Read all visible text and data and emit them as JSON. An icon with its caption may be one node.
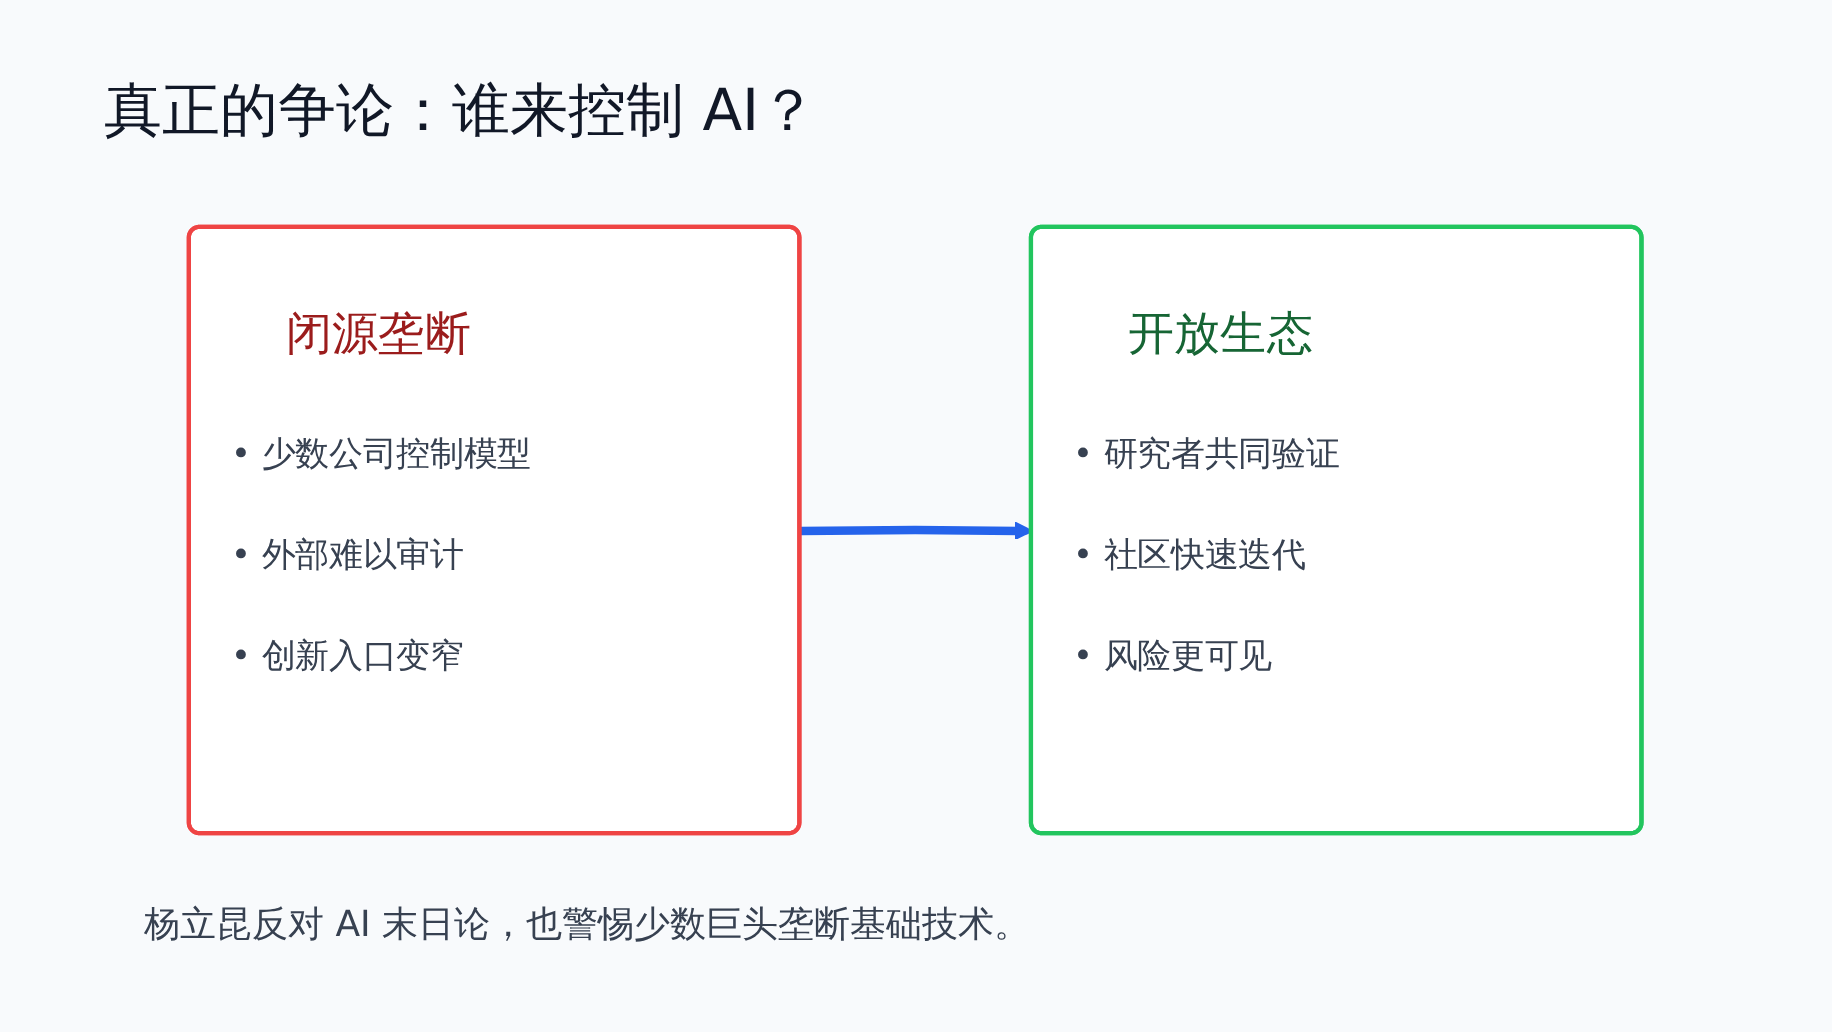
{
  "diagram": {
    "title": "真正的争论：谁来控制 AI？",
    "nodes": [
      {
        "text": [
          "闭源垄断",
          "• 少数公司控制模型",
          "• 外部难以审计",
          "• 创新入口变窄"
        ]
      },
      {
        "text": [
          "开放生态",
          "• 研究者共同验证",
          "• 社区快速迭代",
          "• 风险更可见"
        ]
      }
    ],
    "edges": [
      {
        "from": 0,
        "to": 1,
        "arrow": "to",
        "color": "#2563eb"
      }
    ],
    "caption": "杨立昆反对 AI 末日论，也警惕少数巨头垄断基础技术。"
  }
}
